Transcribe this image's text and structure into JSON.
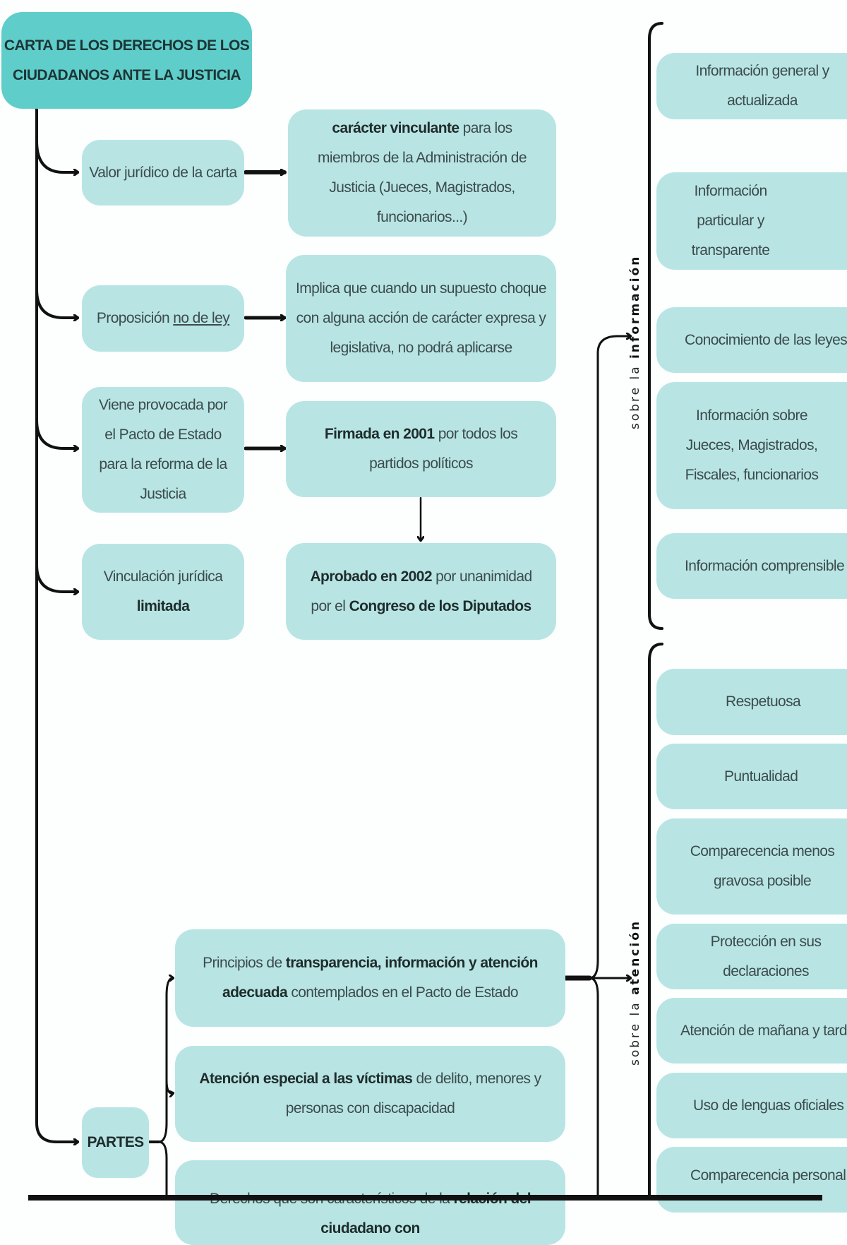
{
  "title": {
    "line1": "CARTA DE LOS DERECHOS DE LOS",
    "line2": "CIUDADANOS ANTE LA JUSTICIA"
  },
  "left_column": {
    "valor": "Valor jurídico de la carta",
    "proposicion_pre": "Proposición ",
    "proposicion_u": "no de ley",
    "viene": "Viene provocada por el Pacto de Estado para la reforma de la Justicia",
    "vinculacion_pre": "Vinculación jurídica",
    "vinculacion_bold": "limitada",
    "partes": "PARTES"
  },
  "middle_column": {
    "caracter_bold": "carácter vinculante",
    "caracter_rest": " para los miembros de la Administración de Justicia (Jueces, Magistrados, funcionarios...)",
    "implica": "Implica que cuando un supuesto choque con alguna acción de carácter expresa y legislativa, no podrá aplicarse",
    "firmada_bold": "Firmada en 2001",
    "firmada_rest": " por todos los partidos políticos",
    "aprobado_bold": "Aprobado en 2002",
    "aprobado_rest": " por unanimidad por el ",
    "aprobado_bold2": "Congreso de los Diputados"
  },
  "partes_items": {
    "principios_pre": "Principios de ",
    "principios_bold": "transparencia, información y atención adecuada",
    "principios_rest": " contemplados en el Pacto de Estado",
    "atencion_bold": "Atención especial a las víctimas",
    "atencion_rest": " de delito, menores y personas con discapacidad",
    "derechos_pre": "Derechos que son característicos de la ",
    "derechos_bold": "relación del ciudadano con"
  },
  "group_labels": {
    "informacion_pre": "sobre la ",
    "informacion_bold": "información",
    "atencion_pre": "sobre la ",
    "atencion_bold": "atención"
  },
  "informacion_items": [
    "Información general y actualizada",
    "Información particular y transparente",
    "Conocimiento de las leyes",
    "Información sobre Jueces, Magistrados, Fiscales, funcionarios",
    "Información comprensible"
  ],
  "atencion_items": [
    "Respetuosa",
    "Puntualidad",
    "Comparecencia menos gravosa posible",
    "Protección en sus declaraciones",
    "Atención de mañana y tarde",
    "Uso de lenguas oficiales",
    "Comparecencia personal"
  ],
  "colors": {
    "title_bg": "#5fcdc9",
    "box_bg": "#b8e5e4",
    "line": "#111111"
  }
}
